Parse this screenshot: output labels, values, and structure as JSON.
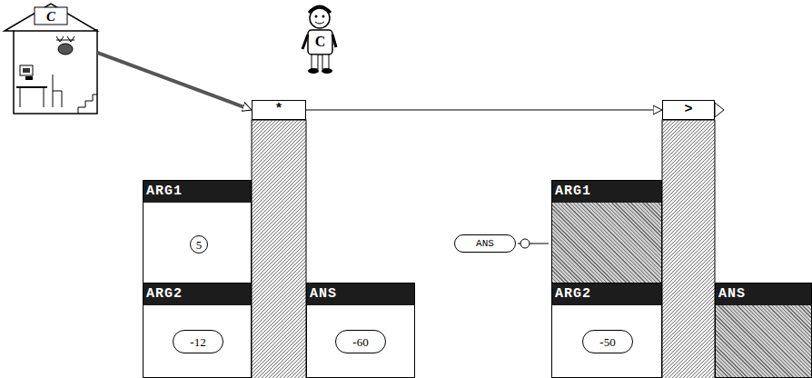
{
  "diagram": {
    "nodes": [
      {
        "text": [
          "C"
        ]
      },
      {
        "text": [
          "*"
        ]
      },
      {
        "text": [
          "ARG1"
        ]
      },
      {
        "text": [
          "5"
        ],
        "in": 2
      },
      {
        "text": [
          "ARG2"
        ]
      },
      {
        "text": [
          "-12"
        ],
        "in": 4
      },
      {
        "text": [
          "ANS"
        ]
      },
      {
        "text": [
          "-60"
        ],
        "in": 6
      },
      {
        "text": [
          ">"
        ]
      },
      {
        "text": [
          "ANS"
        ]
      },
      {
        "text": [
          "ARG1"
        ]
      },
      {
        "text": [
          "ARG2"
        ]
      },
      {
        "text": [
          "-50"
        ],
        "in": 11
      },
      {
        "text": [
          "ANS"
        ]
      }
    ],
    "edges": [
      {
        "from": 0,
        "to": 1,
        "arrow": "to"
      },
      {
        "from": 1,
        "to": 8,
        "arrow": "to"
      }
    ],
    "labels": [
      "C"
    ]
  }
}
